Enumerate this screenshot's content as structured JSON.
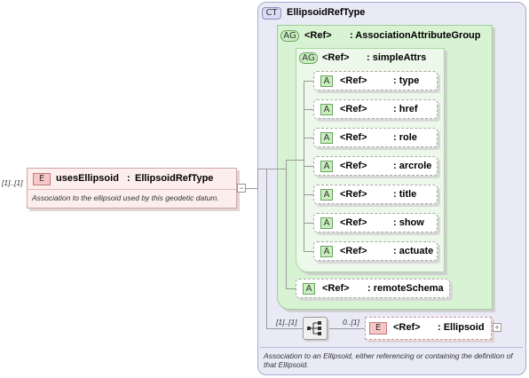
{
  "root_element": {
    "multiplicity": "[1]..[1]",
    "badge": "E",
    "name": "usesEllipsoid",
    "type_sep": ":",
    "type": "EllipsoidRefType",
    "note": "Association to the ellipsoid used by this geodetic datum."
  },
  "complex_type": {
    "badge": "CT",
    "name": "EllipsoidRefType",
    "note": "Association to an Ellipsoid, either referencing or containing the definition of that Ellipsoid."
  },
  "assoc_group": {
    "badge": "AG",
    "ref": "<Ref>",
    "name": ": AssociationAttributeGroup"
  },
  "simple_attrs": {
    "badge": "AG",
    "ref": "<Ref>",
    "name": ": simpleAttrs",
    "attributes": [
      {
        "badge": "A",
        "ref": "<Ref>",
        "name": ": type"
      },
      {
        "badge": "A",
        "ref": "<Ref>",
        "name": ": href"
      },
      {
        "badge": "A",
        "ref": "<Ref>",
        "name": ": role"
      },
      {
        "badge": "A",
        "ref": "<Ref>",
        "name": ": arcrole"
      },
      {
        "badge": "A",
        "ref": "<Ref>",
        "name": ": title"
      },
      {
        "badge": "A",
        "ref": "<Ref>",
        "name": ": show"
      },
      {
        "badge": "A",
        "ref": "<Ref>",
        "name": ": actuate"
      }
    ]
  },
  "remote_schema": {
    "badge": "A",
    "ref": "<Ref>",
    "name": ": remoteSchema"
  },
  "sequence": {
    "multiplicity": "[1]..[1]"
  },
  "ellipsoid": {
    "multiplicity": "0..[1]",
    "badge": "E",
    "ref": "<Ref>",
    "name": ": Ellipsoid",
    "expand": "+"
  },
  "root_expand": "−"
}
